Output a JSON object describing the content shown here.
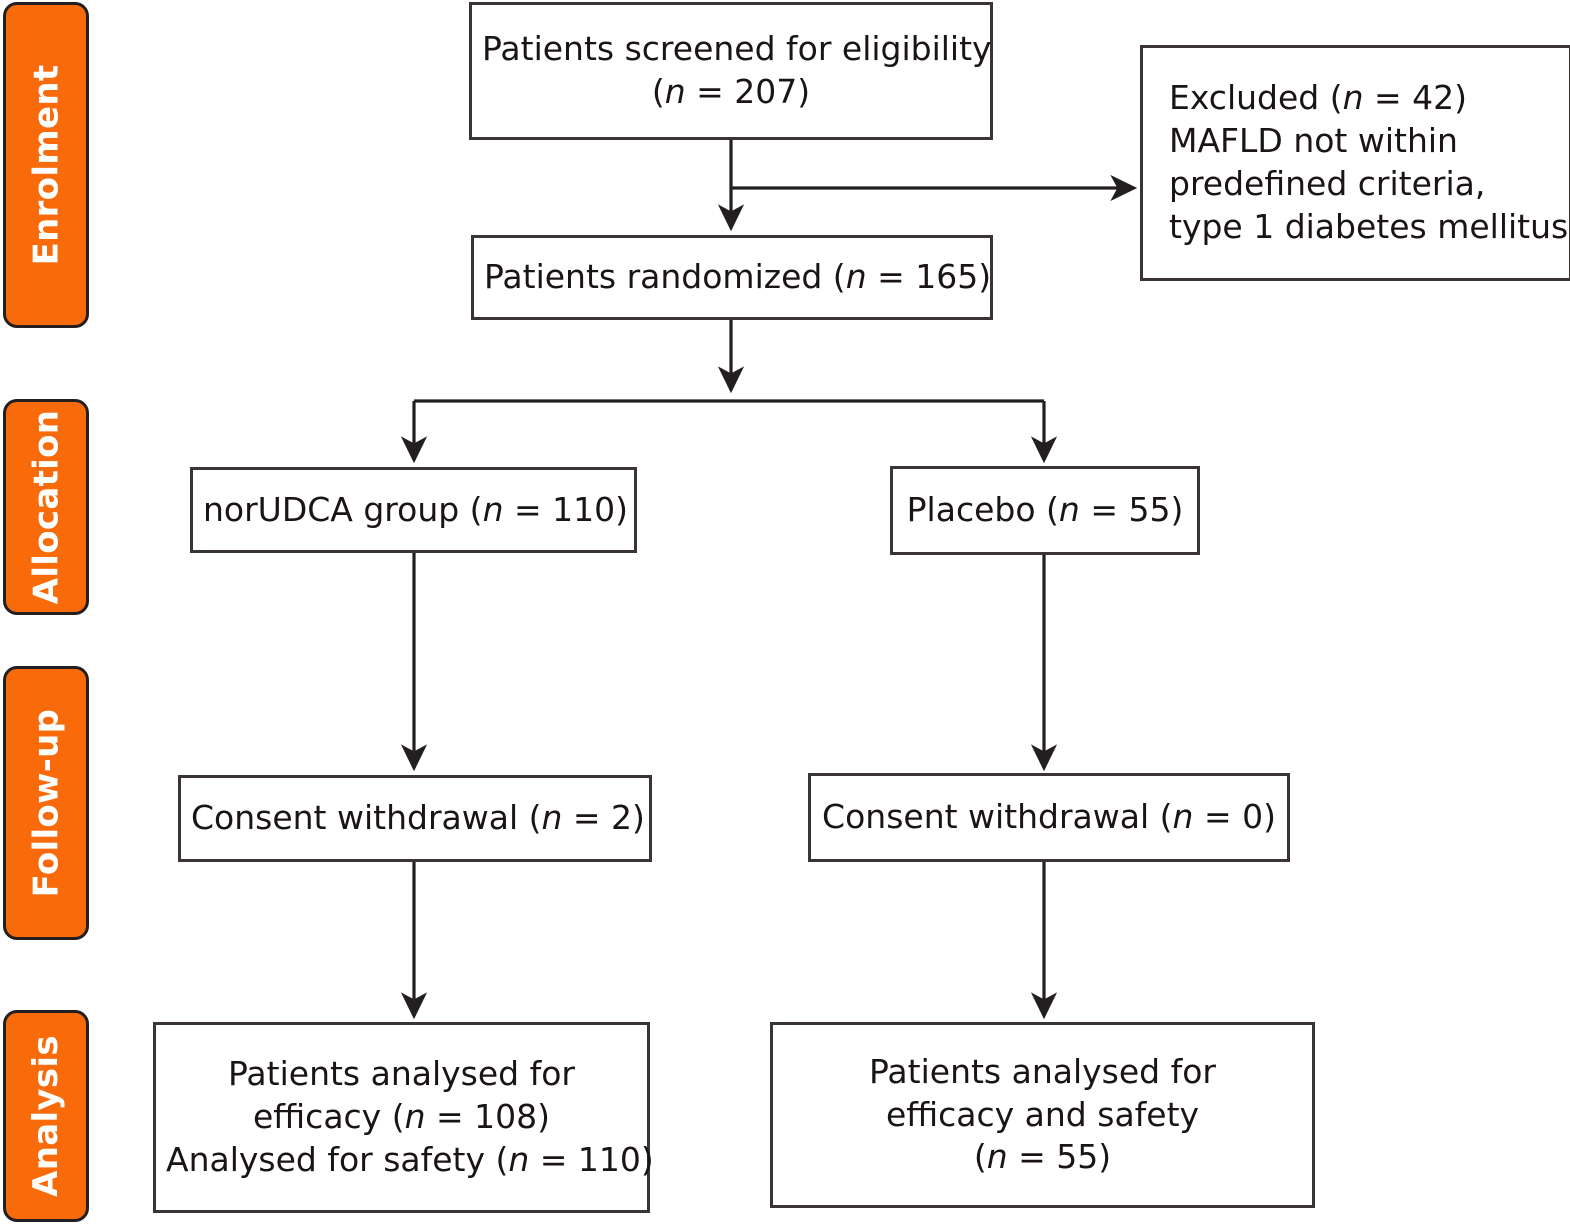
{
  "diagram": {
    "title": "CONSORT participant flow diagram",
    "accent_color": "#f96a0b",
    "box_border_color": "#3b3434",
    "label_text_color": "#ffffff",
    "background": "#ffffff"
  },
  "stages": [
    {
      "id": "enrolment",
      "label": "Enrolment"
    },
    {
      "id": "allocation",
      "label": "Allocation"
    },
    {
      "id": "followup",
      "label": "Follow-up"
    },
    {
      "id": "analysis",
      "label": "Analysis"
    }
  ],
  "nodes": {
    "screened": {
      "line1_a": "Patients screened for eligibility",
      "line2_a": "(",
      "line2_n": "n",
      "line2_b": " = 207)"
    },
    "excluded": {
      "line1_a": "Excluded (",
      "line1_n": "n",
      "line1_b": " = 42)",
      "line2": "MAFLD not within",
      "line3": "predefined criteria,",
      "line4": "type 1 diabetes mellitus"
    },
    "randomized": {
      "line1_a": "Patients randomized (",
      "line1_n": "n",
      "line1_b": " = 165)"
    },
    "norudca_group": {
      "line1_a": "norUDCA group (",
      "line1_n": "n",
      "line1_b": " = 110)"
    },
    "placebo_group": {
      "line1_a": "Placebo (",
      "line1_n": "n",
      "line1_b": " = 55)"
    },
    "withdrawal_left": {
      "line1_a": "Consent withdrawal (",
      "line1_n": "n",
      "line1_b": " = 2)"
    },
    "withdrawal_right": {
      "line1_a": "Consent withdrawal (",
      "line1_n": "n",
      "line1_b": " = 0)"
    },
    "analysed_left": {
      "line1": "Patients analysed for",
      "line2_a": "efficacy (",
      "line2_n": "n",
      "line2_b": " = 108)",
      "line3_a": "Analysed for safety (",
      "line3_n": "n",
      "line3_b": " = 110)"
    },
    "analysed_right": {
      "line1": "Patients analysed for",
      "line2": "efficacy and safety",
      "line3_a": "(",
      "line3_n": "n",
      "line3_b": " = 55)"
    }
  },
  "counts": {
    "screened": 207,
    "excluded": 42,
    "randomized": 165,
    "norudca_allocated": 110,
    "placebo_allocated": 55,
    "norudca_withdrawn": 2,
    "placebo_withdrawn": 0,
    "norudca_analysed_efficacy": 108,
    "norudca_analysed_safety": 110,
    "placebo_analysed": 55
  }
}
